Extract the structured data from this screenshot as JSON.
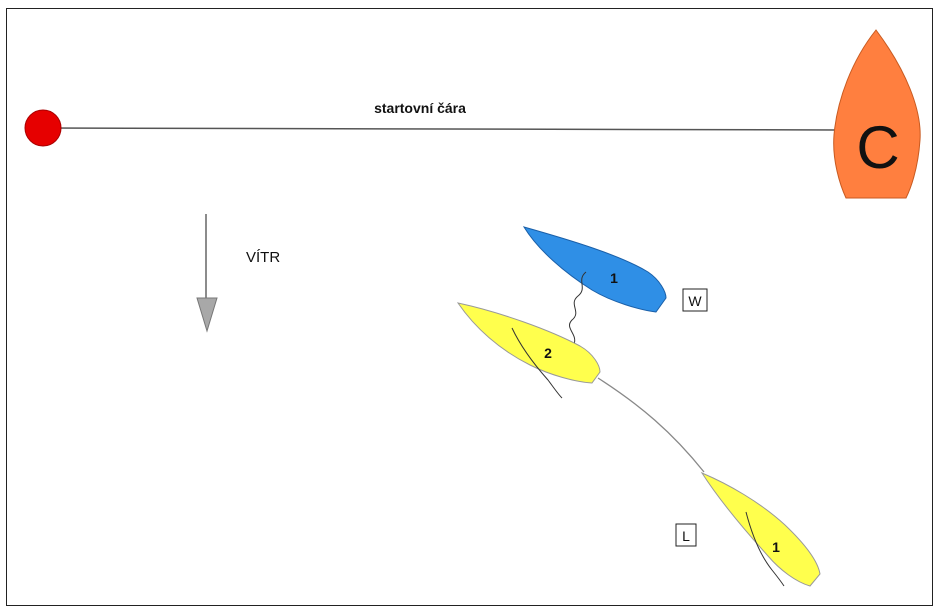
{
  "start_line": {
    "label": "startovní čára",
    "pin_mark_color": "#e60000",
    "committee_boat": {
      "letter": "C",
      "color": "#ff7f3f"
    }
  },
  "wind": {
    "label": "VÍTR",
    "arrow_color": "#a8a8a8"
  },
  "boats": [
    {
      "id": "blue-1",
      "number": "1",
      "color": "#2f8fe6"
    },
    {
      "id": "yellow-2",
      "number": "2",
      "color": "#ffff4d"
    },
    {
      "id": "yellow-1",
      "number": "1",
      "color": "#ffff4d"
    }
  ],
  "markers": {
    "windward": "W",
    "leeward": "L"
  }
}
